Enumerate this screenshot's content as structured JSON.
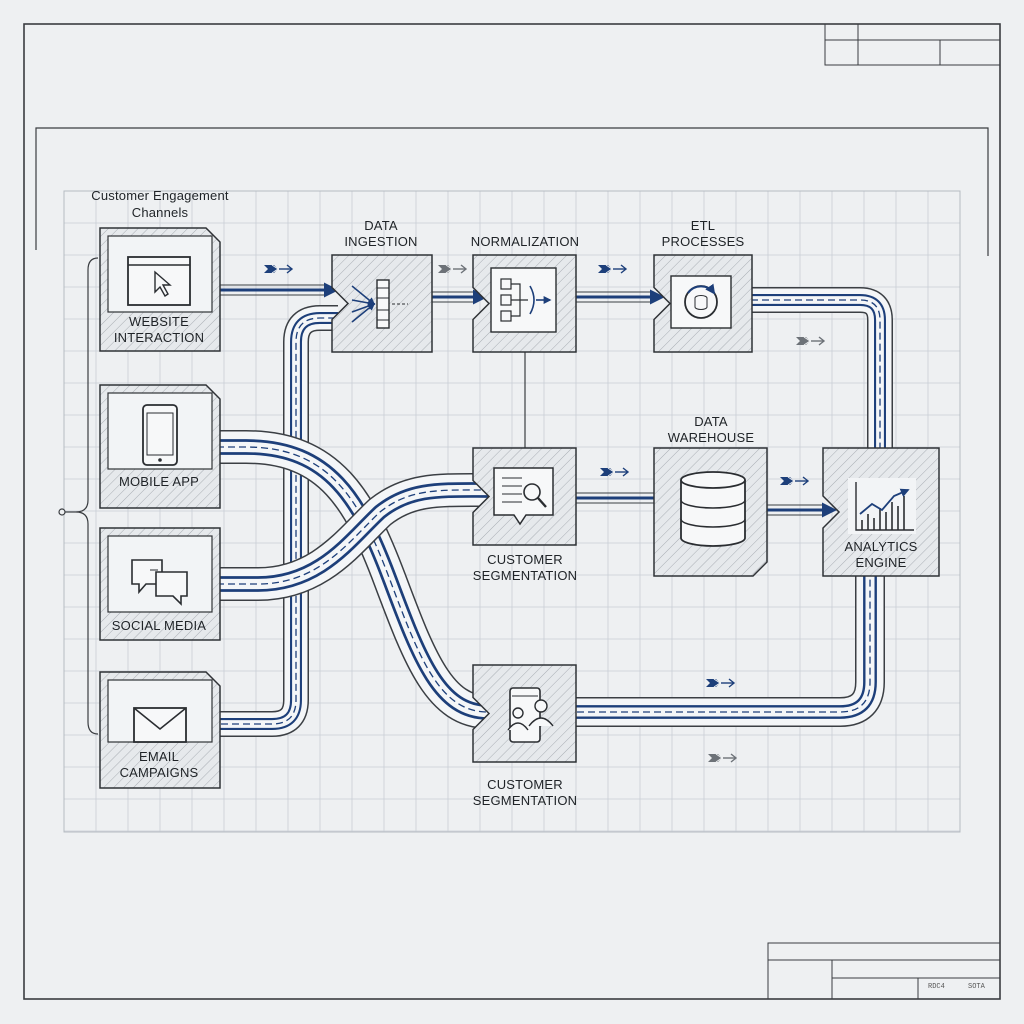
{
  "title": "Customer Engagement Channels",
  "colors": {
    "flow": "#1d3f7a",
    "ink": "#2a2d31",
    "paper": "#eef0f2",
    "grid": "#c9ced4"
  },
  "channels": [
    {
      "id": "website",
      "label_lines": [
        "WEBSITE",
        "INTERACTION"
      ],
      "icon": "browser-cursor-icon"
    },
    {
      "id": "mobile",
      "label_lines": [
        "MOBILE APP"
      ],
      "icon": "smartphone-icon"
    },
    {
      "id": "social",
      "label_lines": [
        "SOCIAL MEDIA"
      ],
      "icon": "chat-bubbles-icon"
    },
    {
      "id": "email",
      "label_lines": [
        "EMAIL",
        "CAMPAIGNS"
      ],
      "icon": "envelope-icon"
    }
  ],
  "stages": [
    {
      "id": "ingestion",
      "label_lines": [
        "DATA",
        "INGESTION"
      ],
      "icon": "ingestion-filter-icon"
    },
    {
      "id": "normalization",
      "label_lines": [
        "NORMALIZATION"
      ],
      "icon": "normalization-tree-icon"
    },
    {
      "id": "etl",
      "label_lines": [
        "ETL",
        "PROCESSES"
      ],
      "icon": "etl-cycle-icon"
    },
    {
      "id": "segmentation1",
      "label_lines": [
        "CUSTOMER",
        "SEGMENTATION"
      ],
      "icon": "document-search-icon"
    },
    {
      "id": "warehouse",
      "label_lines": [
        "DATA",
        "WAREHOUSE"
      ],
      "icon": "database-cylinder-icon"
    },
    {
      "id": "analytics",
      "label_lines": [
        "ANALYTICS",
        "ENGINE"
      ],
      "icon": "trend-chart-icon"
    },
    {
      "id": "segmentation2",
      "label_lines": [
        "CUSTOMER",
        "SEGMENTATION"
      ],
      "icon": "users-device-icon"
    }
  ],
  "title_block": {
    "code_a": "RDC4",
    "code_b": "SOTA"
  }
}
